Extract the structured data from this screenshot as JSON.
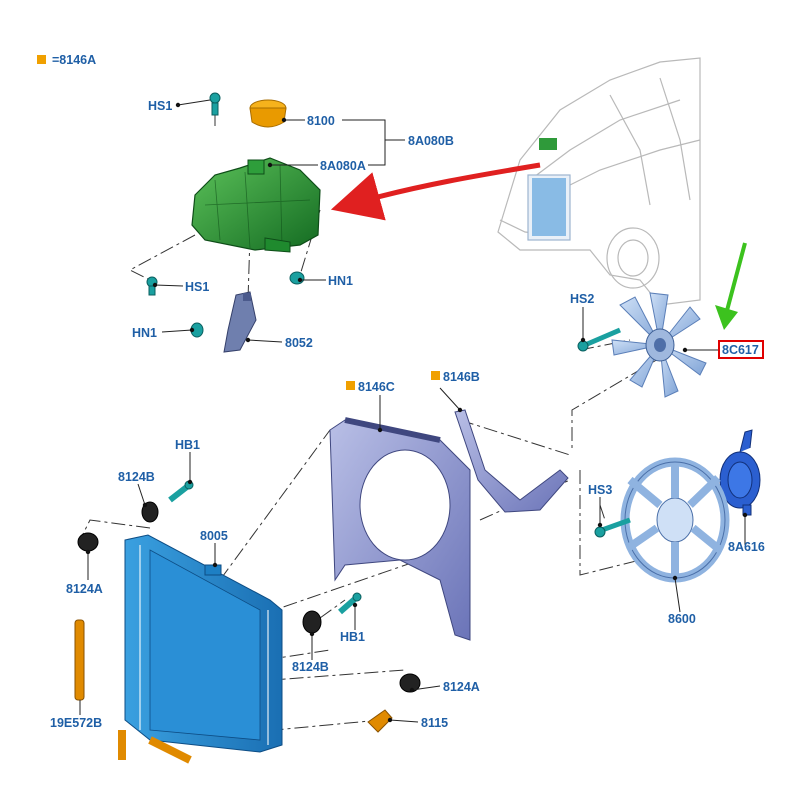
{
  "legend": {
    "marker_color": "#f0a000",
    "text": "=8146A"
  },
  "labels": {
    "hs1_top": "HS1",
    "cap": "8100",
    "tank_group": "8A080B",
    "tank": "8A080A",
    "hs1_bottom": "HS1",
    "hn1_right": "HN1",
    "hn1_left": "HN1",
    "bracket": "8052",
    "hs2": "HS2",
    "fan": "8C617",
    "shroud_upper": "8146C",
    "shroud_side": "8146B",
    "hb1_top": "HB1",
    "mount_top_left": "8124B",
    "radiator": "8005",
    "mount_a_left": "8124A",
    "hs3": "HS3",
    "clutch": "8A616",
    "fan_ring": "8600",
    "hb1_mid": "HB1",
    "mount_b_mid": "8124B",
    "mount_a_right": "8124A",
    "hose_left": "19E572B",
    "sensor": "8115"
  },
  "colors": {
    "label": "#1f5fa6",
    "highlight_box": "#e00000",
    "red_arrow": "#e02020",
    "green_arrow": "#3cc21e",
    "tank": "#1f8a2e",
    "cap": "#f0a000",
    "fastener": "#1aa0a0",
    "radiator": "#1d7fc4",
    "shroud": "#7b83c4",
    "fan": "#8fb3e0",
    "clutch": "#2b5fd0",
    "orange_parts": "#e08a00"
  }
}
